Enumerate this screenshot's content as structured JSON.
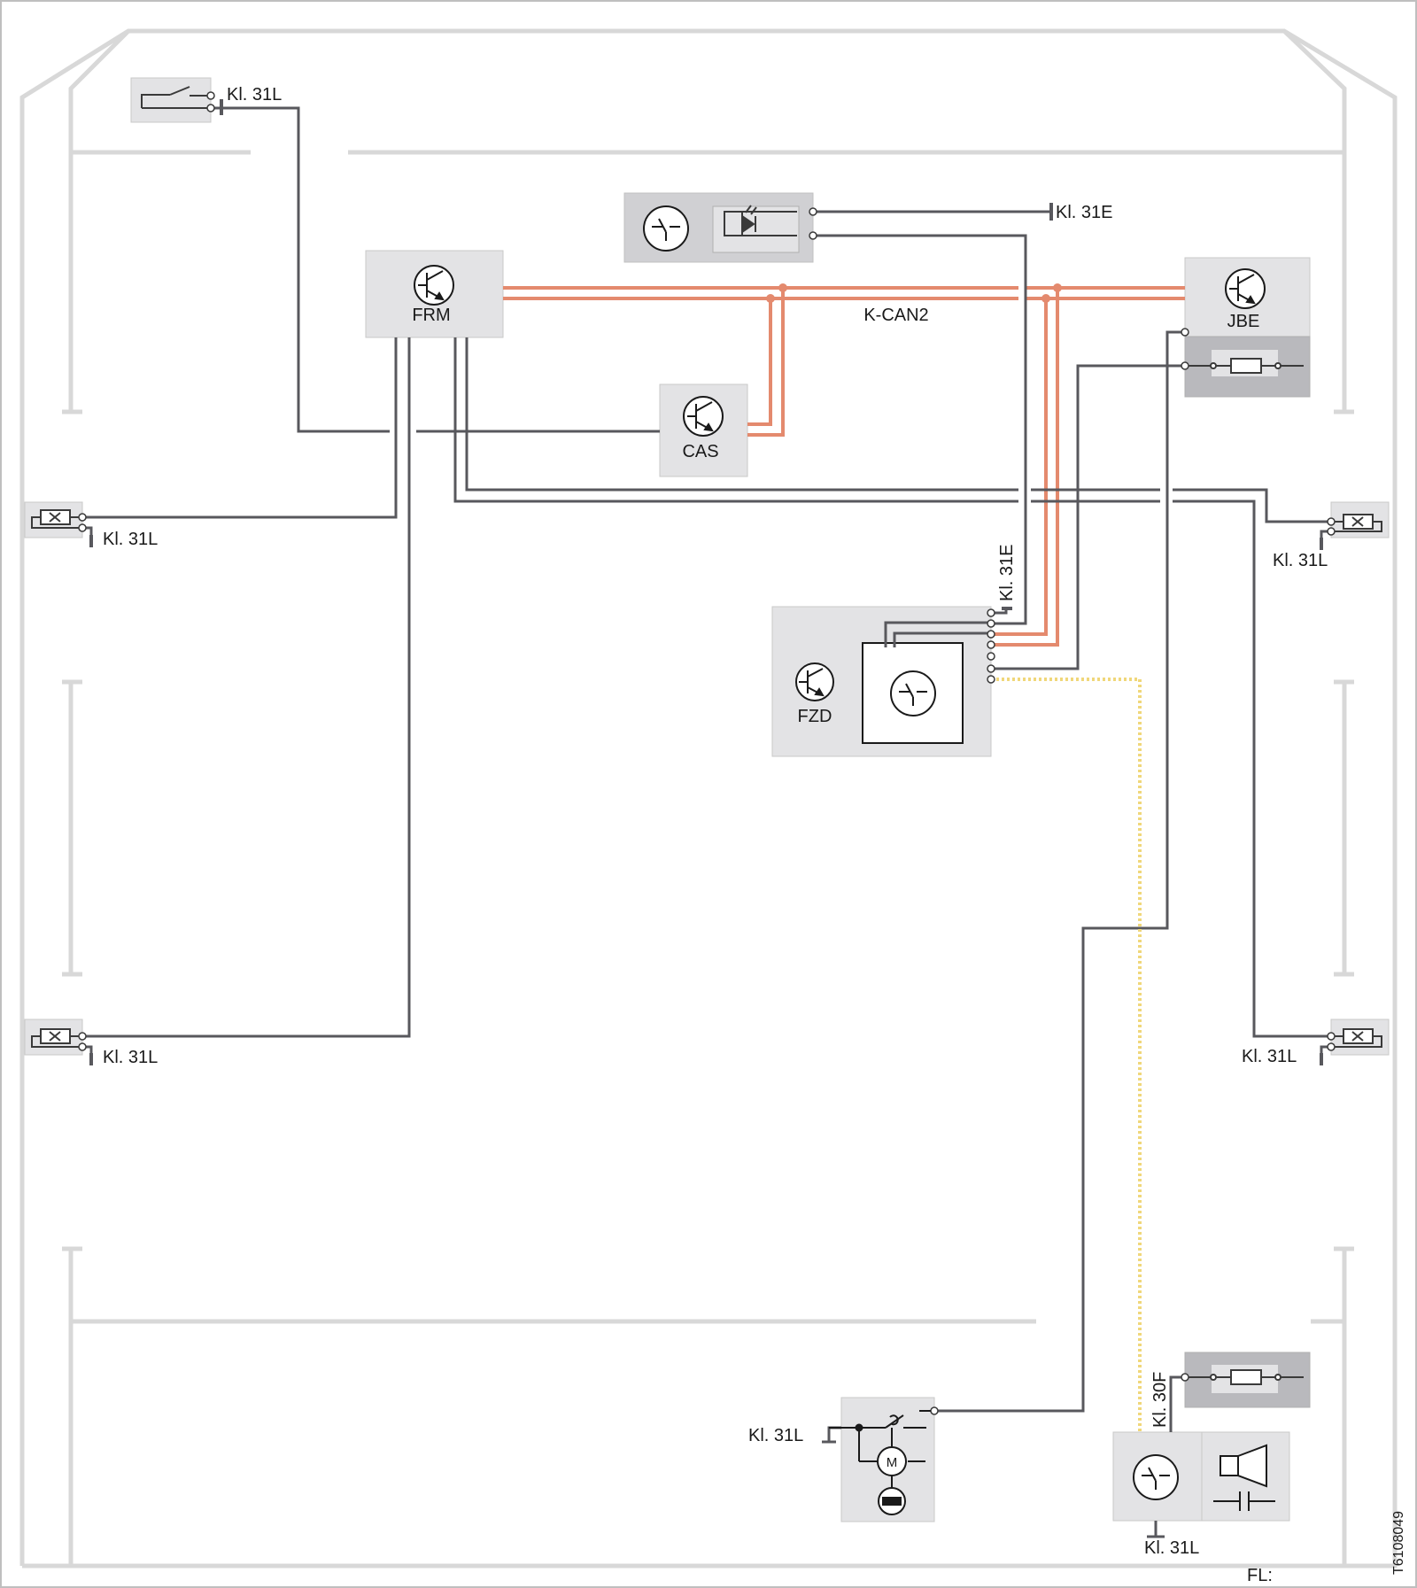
{
  "modules": {
    "frm": "FRM",
    "cas": "CAS",
    "jbe": "JBE",
    "fzd": "FZD"
  },
  "bus": {
    "kcan2": "K-CAN2"
  },
  "terminals": {
    "kl31l_switch": "Kl. 31L",
    "kl31e_led": "Kl. 31E",
    "kl31l_left_front": "Kl. 31L",
    "kl31l_right_front": "Kl. 31L",
    "kl31e_fzd": "Kl. 31E",
    "kl31l_left_rear": "Kl. 31L",
    "kl31l_right_rear": "Kl. 31L",
    "kl31l_motor": "Kl. 31L",
    "kl30f_siren": "Kl. 30F",
    "kl31l_siren": "Kl. 31L"
  },
  "motor_symbol": "M",
  "graphic_code": "T6108049",
  "footer": {
    "fl": "FL:"
  },
  "colors": {
    "wire": "#58585d",
    "can_bus": "#e48a6e",
    "signal_dotted": "#f0d77a",
    "module_fill": "#e3e3e5",
    "module_dark": "#b9b9bd",
    "outline": "#d6d6d6"
  }
}
